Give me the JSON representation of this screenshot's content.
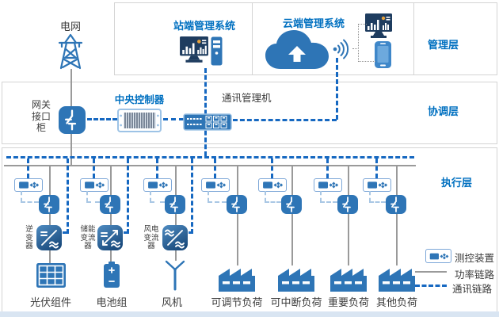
{
  "layers": {
    "management": "管理层",
    "coordination": "协调层",
    "execution": "执行层"
  },
  "grid_label": "电网",
  "station_system_title": "站端管理系统",
  "cloud_system_title": "云端管理系统",
  "gateway_label": [
    "网关",
    "接口",
    "柜"
  ],
  "controller_label": "中央控制器",
  "comm_manager_label": "通讯管理机",
  "converter_labels": [
    {
      "lines": [
        "逆",
        "变",
        "器"
      ]
    },
    {
      "lines": [
        "储能",
        "变流",
        "器"
      ]
    },
    {
      "lines": [
        "风电",
        "变流",
        "器"
      ]
    }
  ],
  "device_labels": [
    "光伏组件",
    "电池组",
    "风机",
    "可调节负荷",
    "可中断负荷",
    "重要负荷",
    "其他负荷"
  ],
  "legend": {
    "meas": "测控装置",
    "power": "功率链路",
    "comm": "通讯链路"
  },
  "icons": {
    "grid": "transmission-tower-icon",
    "station_system": [
      "monitor-chart-icon",
      "pc-tower-icon"
    ],
    "cloud_system": [
      "cloud-upload-icon",
      "wifi-signal-icon",
      "monitor-chart-icon",
      "smartphone-icon"
    ],
    "gateway": "circuit-breaker-icon",
    "controller": "server-rack-icon",
    "comm_manager": "network-switch-icon",
    "measurement_device": "measure-control-device-icon",
    "branch_breaker": "circuit-breaker-icon",
    "converters": [
      "dc-ac-inverter-icon",
      "bidirectional-converter-icon",
      "ac-ac-converter-icon"
    ],
    "devices": [
      "solar-panel-icon",
      "battery-icon",
      "wind-turbine-icon",
      "factory-icon",
      "factory-icon",
      "factory-icon",
      "factory-icon"
    ]
  },
  "colors": {
    "accent_blue": "#2e75b6",
    "comm_blue": "#1668c1",
    "power_gray": "#9a9a9a",
    "label_blue": "#0070c0",
    "dark_text": "#3b3b3b",
    "light_blue_border": "#9dc3e6"
  }
}
